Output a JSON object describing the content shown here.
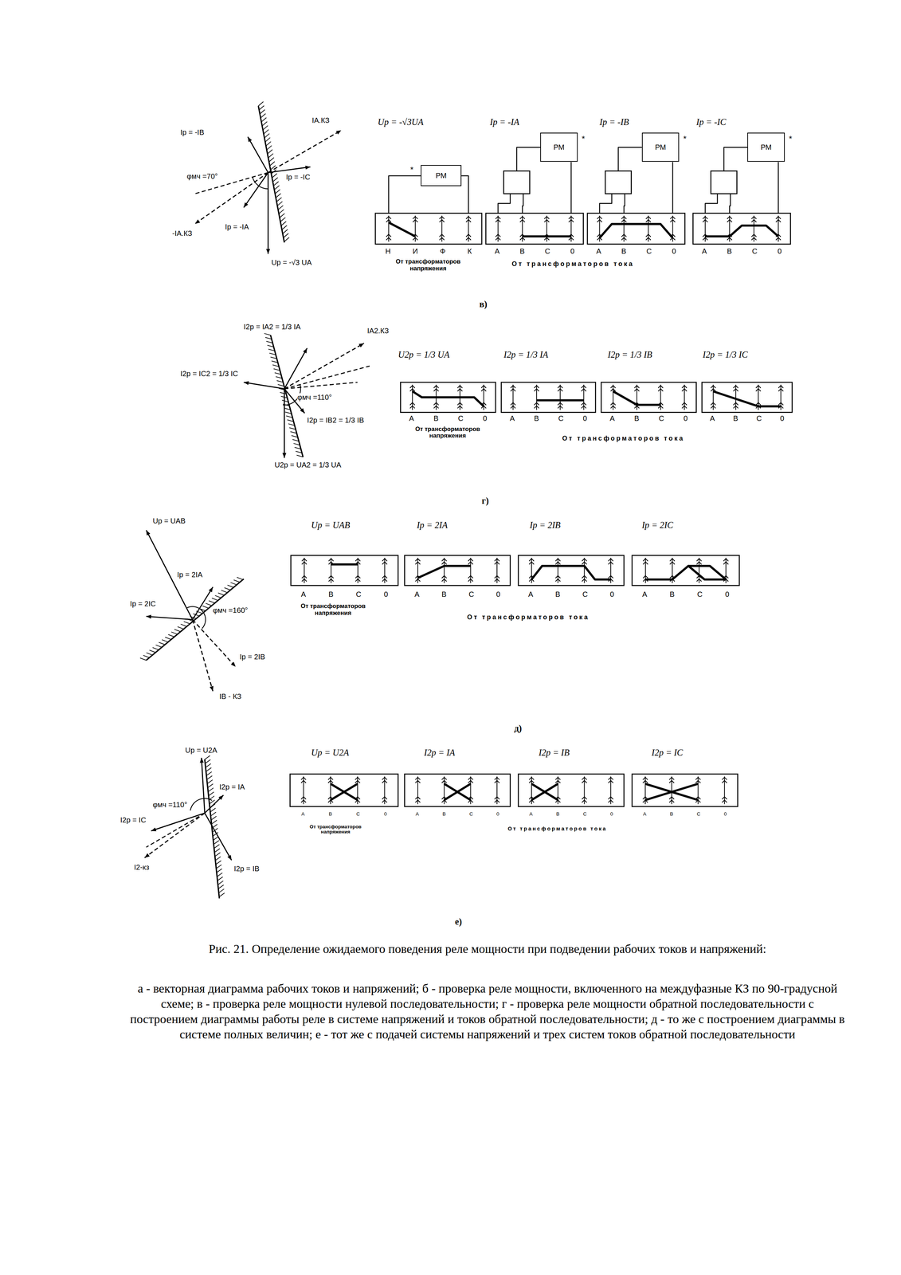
{
  "diagram": {
    "caption": "Рис. 21. Определение ожидаемого поведения реле мощности при подведении рабочих токов и напряжений:",
    "nodes": [
      {
        "text": [
          "РМ"
        ]
      },
      {
        "text": [
          "РМ"
        ]
      },
      {
        "text": [
          "РМ"
        ]
      },
      {
        "text": [
          "РМ"
        ]
      }
    ],
    "labels": [
      "Iр = -IВ",
      "IА.КЗ",
      "Iр = -IС",
      "φмч =70°",
      "-IА.КЗ",
      "Iр = -IА",
      "Uр = -√3 UА",
      "Uр = -√3UА",
      "Iр = -IА",
      "Iр = -IВ",
      "Iр = -IС",
      "*",
      "*",
      "*",
      "*",
      "Н И Ф К",
      "А В С 0",
      "А В С 0",
      "А В С 0",
      "От трансформаторов напряжения",
      "От трансформаторов тока",
      "в)",
      "I2р = IА2 = 1/3 IА",
      "IА2.КЗ",
      "I2р = IС2 = 1/3 IС",
      "φмч =110°",
      "I2р = IВ2 = 1/3 IВ",
      "U2р = UА2 = 1/3 UА",
      "U2р = 1/3 UА",
      "I2р = 1/3 IА",
      "I2р = 1/3 IВ",
      "I2р = 1/3 IС",
      "А В С 0",
      "А В С 0",
      "А В С 0",
      "А В С 0",
      "От трансформаторов напряжения",
      "От трансформаторов тока",
      "г)",
      "Uр = UАВ",
      "Iр = 2IА",
      "Iр = 2IС",
      "φмч =160°",
      "Iр = 2IВ",
      "IВ - КЗ",
      "Uр = UАВ",
      "Iр = 2IА",
      "Iр = 2IВ",
      "Iр = 2IС",
      "А В С 0",
      "А В С 0",
      "А В С 0",
      "А В С 0",
      "От трансформаторов напряжения",
      "От трансформаторов тока",
      "д)",
      "Uр = U2А",
      "I2р = IА",
      "φмч =110°",
      "I2р = IС",
      "I2-кз",
      "I2р = IВ",
      "Uр = U2А",
      "I2р = IА",
      "I2р = IВ",
      "I2р = IС",
      "А В С 0",
      "А В С 0",
      "А В С 0",
      "А В С 0",
      "От трансформаторов напряжения",
      "От трансформаторов тока",
      "е)",
      "а - векторная диаграмма рабочих токов и напряжений; б - проверка реле мощности, включенного на междуфазные КЗ по 90-градусной схеме; в - проверка реле мощности нулевой последовательности; г - проверка реле мощности обратной последовательности с построением диаграммы работы реле в системе напряжений и токов обратной последовательности; д - то же с построением диаграммы в системе полных величин; е - тот же с подачей системы напряжений и трех систем токов обратной последовательности"
    ]
  }
}
